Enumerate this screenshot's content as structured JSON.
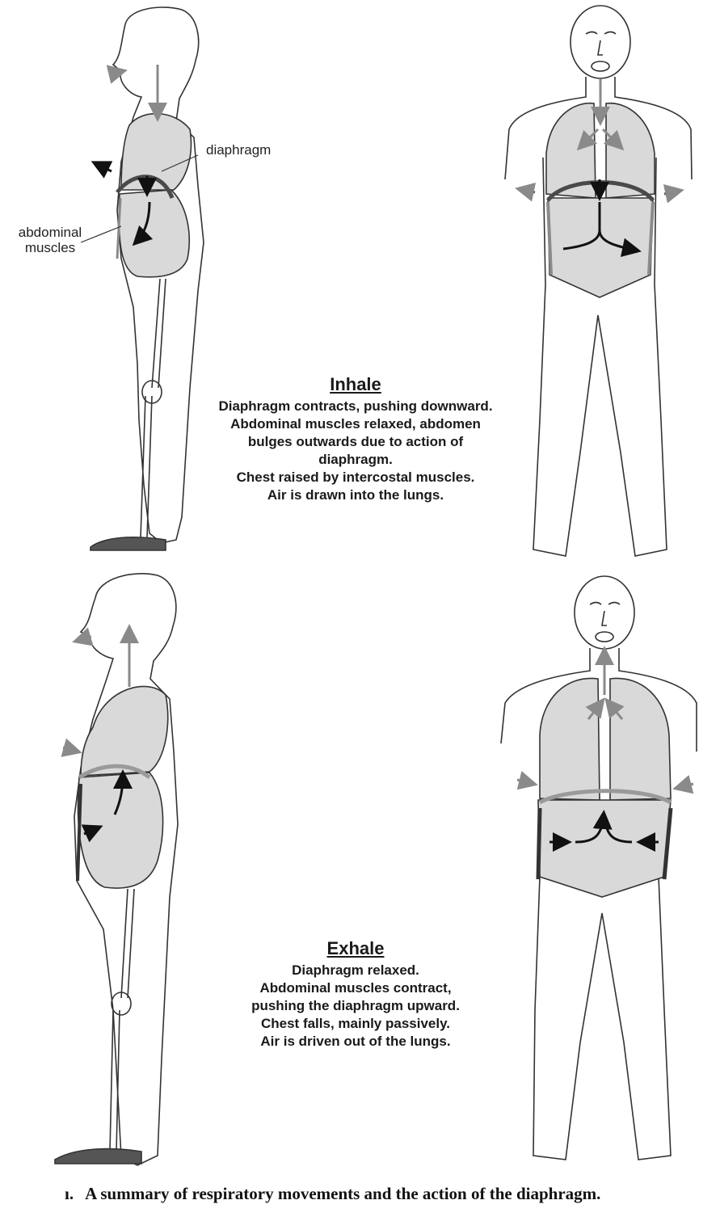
{
  "inhale": {
    "heading": "Inhale",
    "lines": [
      "Diaphragm contracts, pushing downward.",
      "Abdominal muscles relaxed, abdomen",
      "bulges outwards due to action of",
      "diaphragm.",
      "Chest raised by intercostal muscles.",
      "Air is drawn into the lungs."
    ],
    "labels": {
      "diaphragm": "diaphragm",
      "abdominal_line1": "abdominal",
      "abdominal_line2": "muscles"
    }
  },
  "exhale": {
    "heading": "Exhale",
    "lines": [
      "Diaphragm relaxed.",
      "Abdominal muscles contract,",
      "pushing the diaphragm upward.",
      "Chest falls, mainly passively.",
      "Air is driven out of  the lungs."
    ]
  },
  "caption": {
    "number": "ı.",
    "text": "A summary of respiratory movements and the action of the diaphragm."
  },
  "colors": {
    "outline": "#333333",
    "organ_fill": "#d9d9d9",
    "diaphragm_inhale": "#4a4a4a",
    "diaphragm_exhale": "#9a9a9a",
    "arrow_dark": "#111111",
    "arrow_light": "#8a8a8a"
  }
}
